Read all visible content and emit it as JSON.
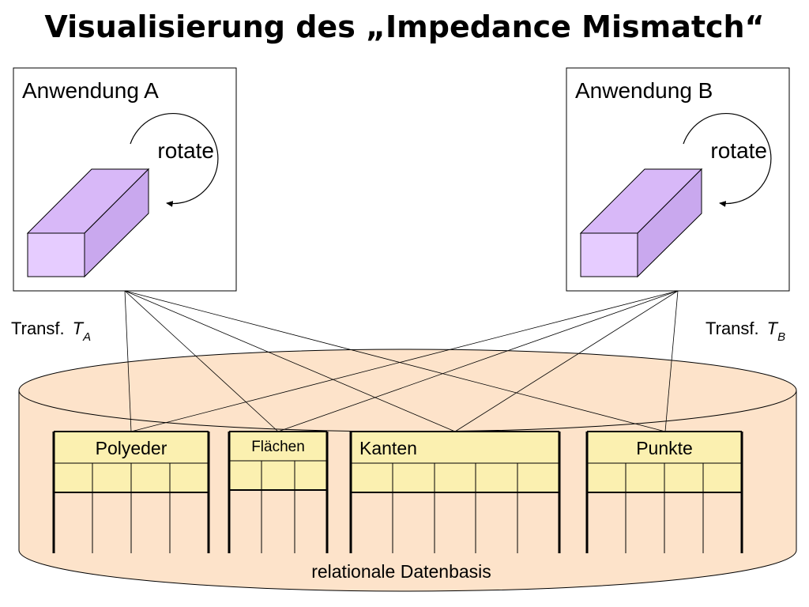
{
  "title": "Visualisierung des „Impedance Mismatch“",
  "apps": [
    {
      "name": "Anwendung A",
      "action": "rotate",
      "transform": "Transf.",
      "symbol": "T",
      "subscript": "A"
    },
    {
      "name": "Anwendung B",
      "action": "rotate",
      "transform": "Transf.",
      "symbol": "T",
      "subscript": "B"
    }
  ],
  "database": {
    "label": "relationale Datenbasis",
    "tables": [
      {
        "name": "Polyeder",
        "columns": 4
      },
      {
        "name": "Flächen",
        "columns": 3
      },
      {
        "name": "Kanten",
        "columns": 5
      },
      {
        "name": "Punkte",
        "columns": 4
      }
    ]
  },
  "colors": {
    "cylinder": "#fde3ca",
    "table_header": "#fbf0b0",
    "prism_front": "#e6ccff",
    "prism_top": "#d8b8f8",
    "prism_side": "#c9a8ee"
  }
}
